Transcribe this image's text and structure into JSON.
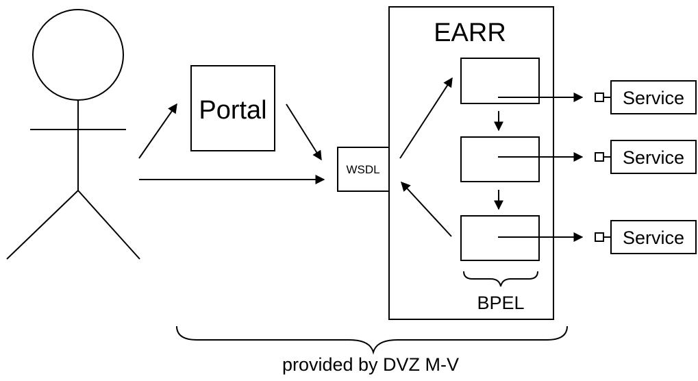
{
  "labels": {
    "container": "EARR",
    "portal": "Portal",
    "wsdl": "WSDL",
    "services": [
      "Service",
      "Service",
      "Service"
    ],
    "bpel": "BPEL",
    "provider_note": "provided by DVZ M-V"
  },
  "colors": {
    "stroke": "#000000",
    "background": "#ffffff"
  }
}
